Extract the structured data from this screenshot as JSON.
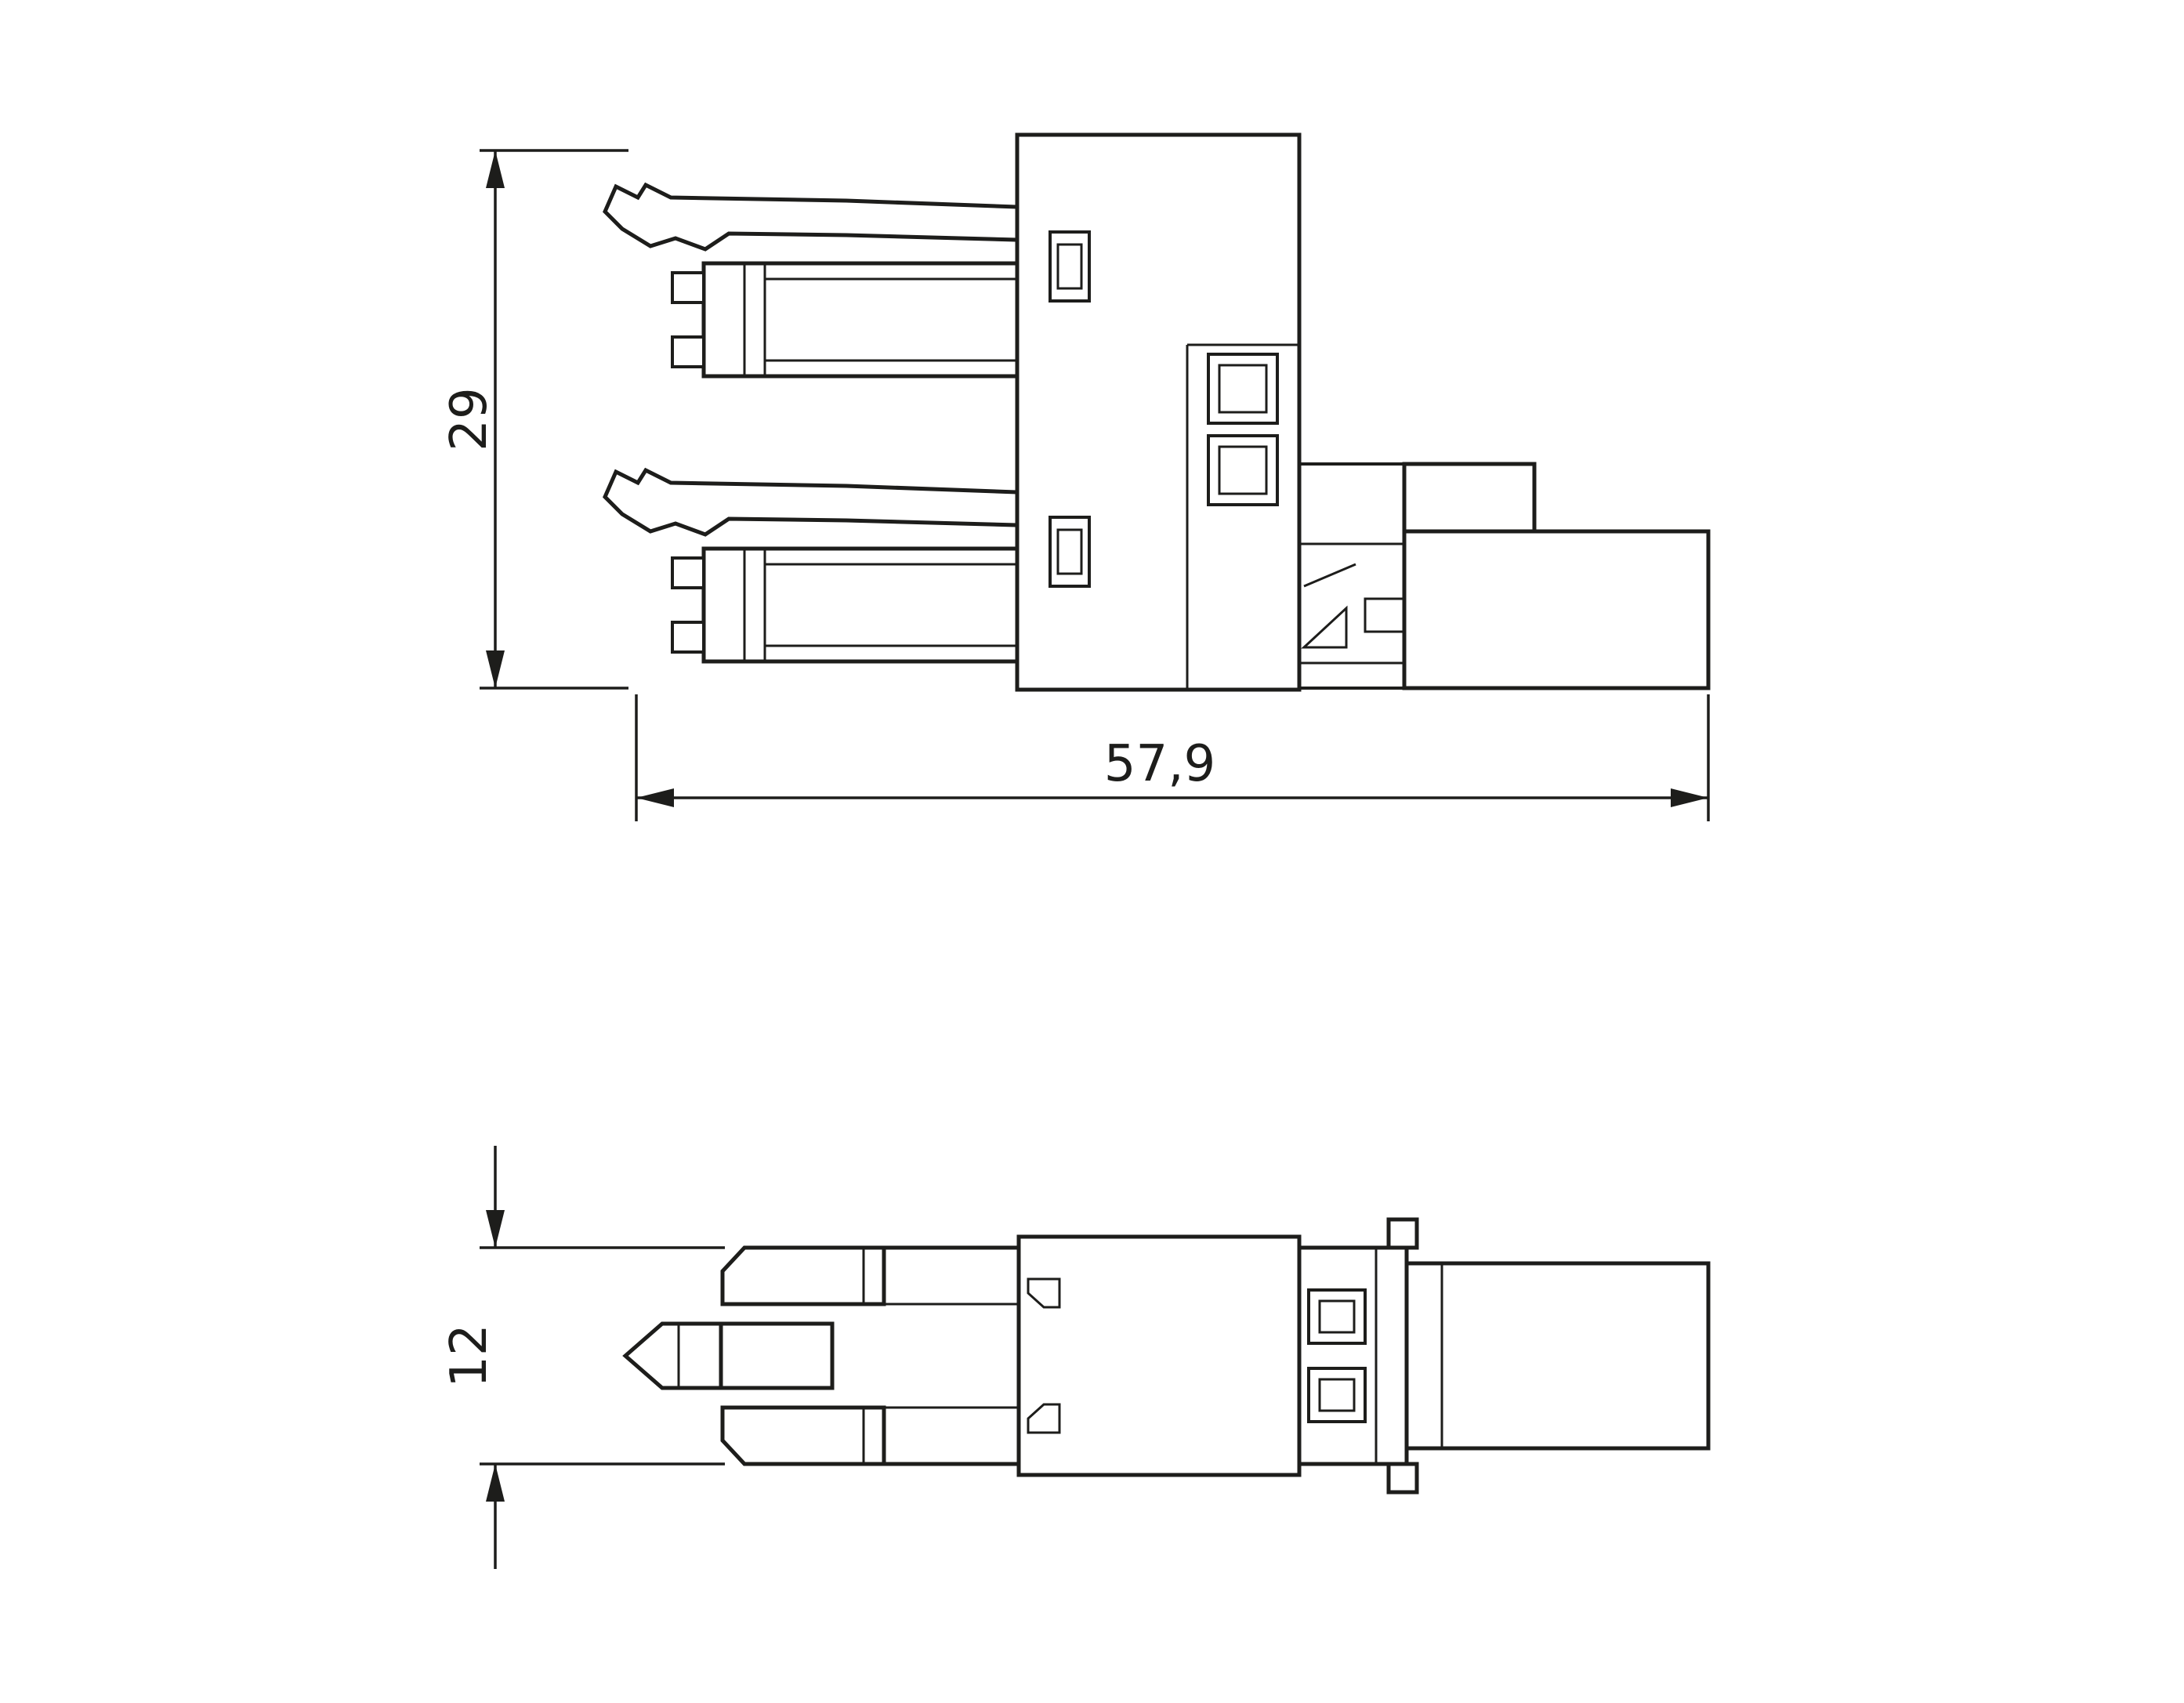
{
  "drawing": {
    "background": "#ffffff",
    "line_color": "#1d1d1b",
    "dimensions": {
      "height": "29",
      "width": "57,9",
      "depth": "12"
    }
  }
}
